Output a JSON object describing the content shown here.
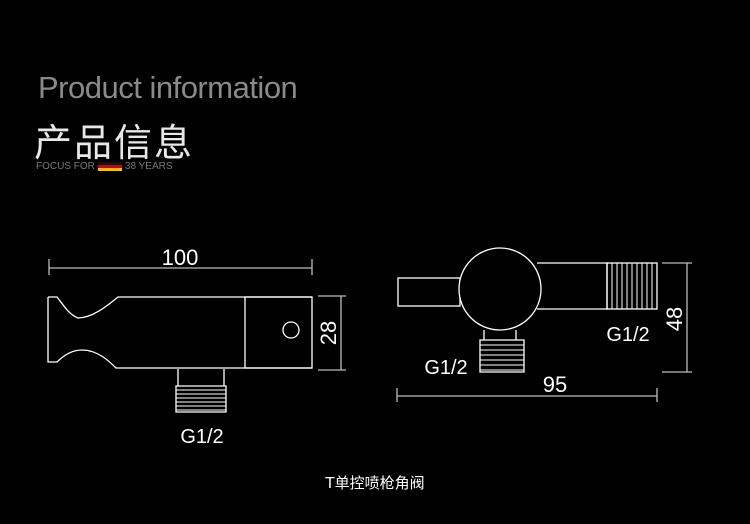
{
  "header": {
    "title_en": "Product information",
    "title_cn": "产品信息",
    "tagline_left": "FOCUS FOR",
    "tagline_right": "38 YEARS"
  },
  "drawing_left": {
    "dim_width": "100",
    "dim_height": "28",
    "thread": "G1/2"
  },
  "drawing_right": {
    "dim_width": "95",
    "dim_height": "48",
    "thread_right": "G1/2",
    "thread_bottom": "G1/2"
  },
  "caption": "T单控喷枪角阀",
  "colors": {
    "background": "#000000",
    "line": "#ffffff",
    "dimension_line": "#bbbbbb",
    "flag": [
      "#111111",
      "#d10000",
      "#f5c400"
    ]
  }
}
